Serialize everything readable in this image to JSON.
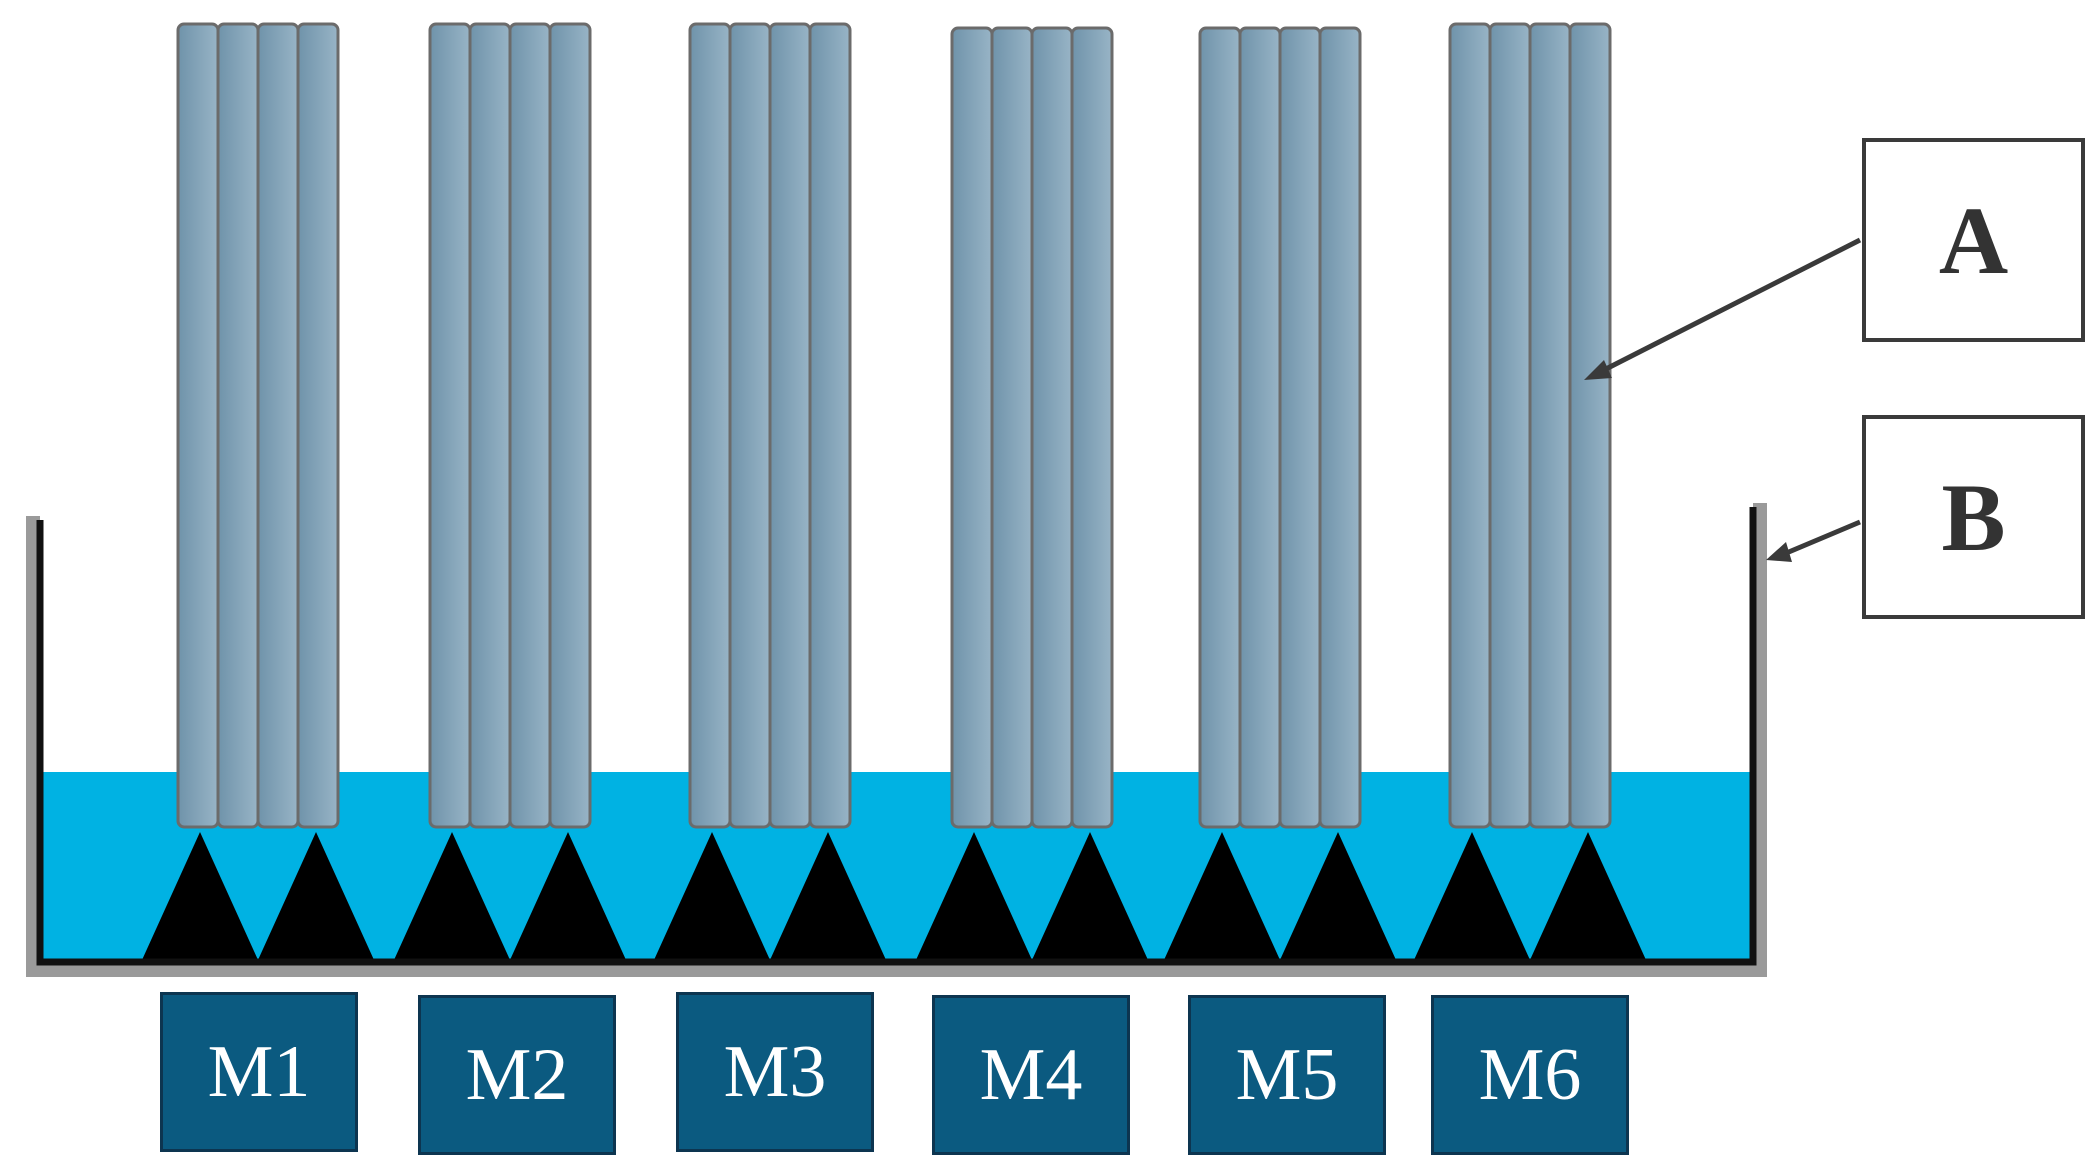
{
  "labels": {
    "a": "A",
    "b": "B"
  },
  "modules": [
    "M1",
    "M2",
    "M3",
    "M4",
    "M5",
    "M6"
  ],
  "colors": {
    "liquid": "#00b2e3",
    "rod_fill": "#7d9db2",
    "rod_stroke": "#6b6b6b",
    "tank_wall": "#111111",
    "tank_outline": "#9a9a9a",
    "transducer": "#000000",
    "module_fill": "#0b5a80",
    "arrow": "#3a3a3a"
  }
}
